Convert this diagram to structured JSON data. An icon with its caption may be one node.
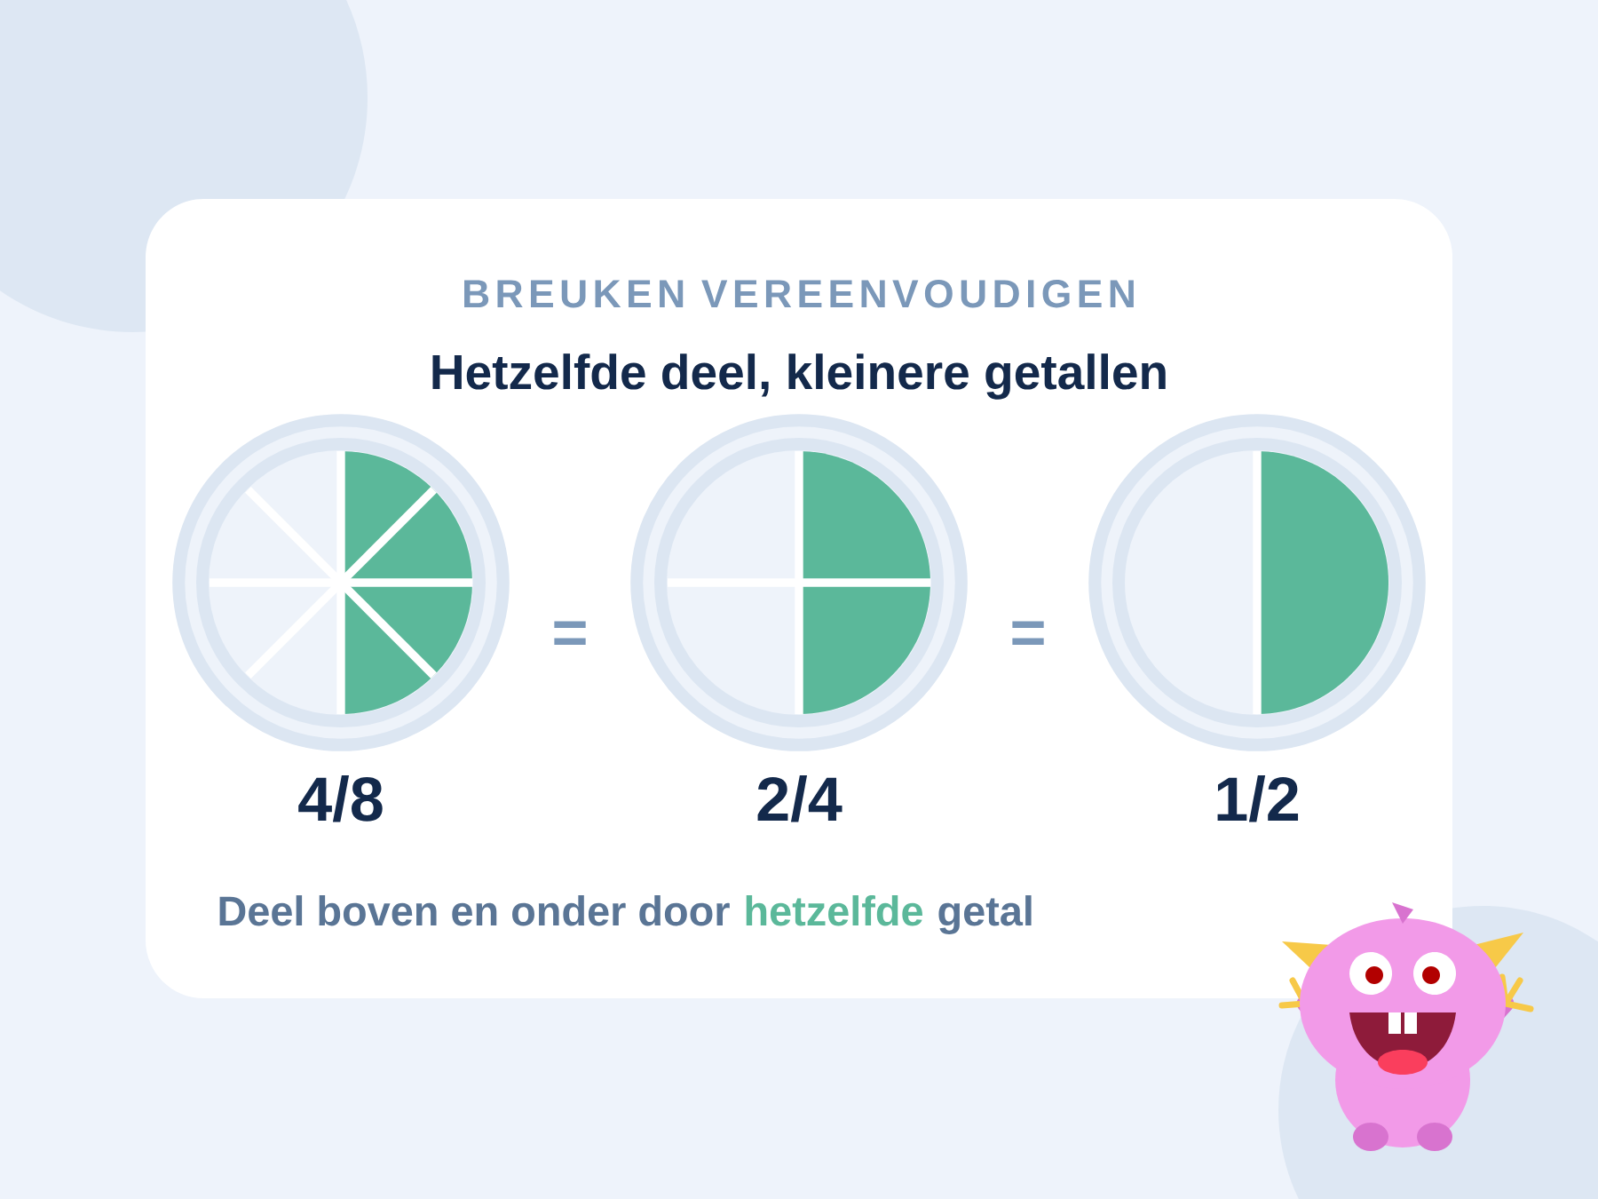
{
  "diagram": {
    "title": "BREUKEN VEREENVOUDIGEN",
    "nodes": [
      {
        "text": [],
        "shape": "circle",
        "beside": [
          "4/8"
        ]
      },
      {
        "text": [],
        "shape": "circle",
        "beside": [
          "2/4"
        ]
      },
      {
        "text": [],
        "shape": "circle",
        "beside": [
          "1/2"
        ]
      }
    ],
    "labels": [
      "Hetzelfde deel, kleinere getallen",
      "=",
      "=",
      "Deel boven en onder door",
      "hetzelfde",
      "getal"
    ]
  }
}
